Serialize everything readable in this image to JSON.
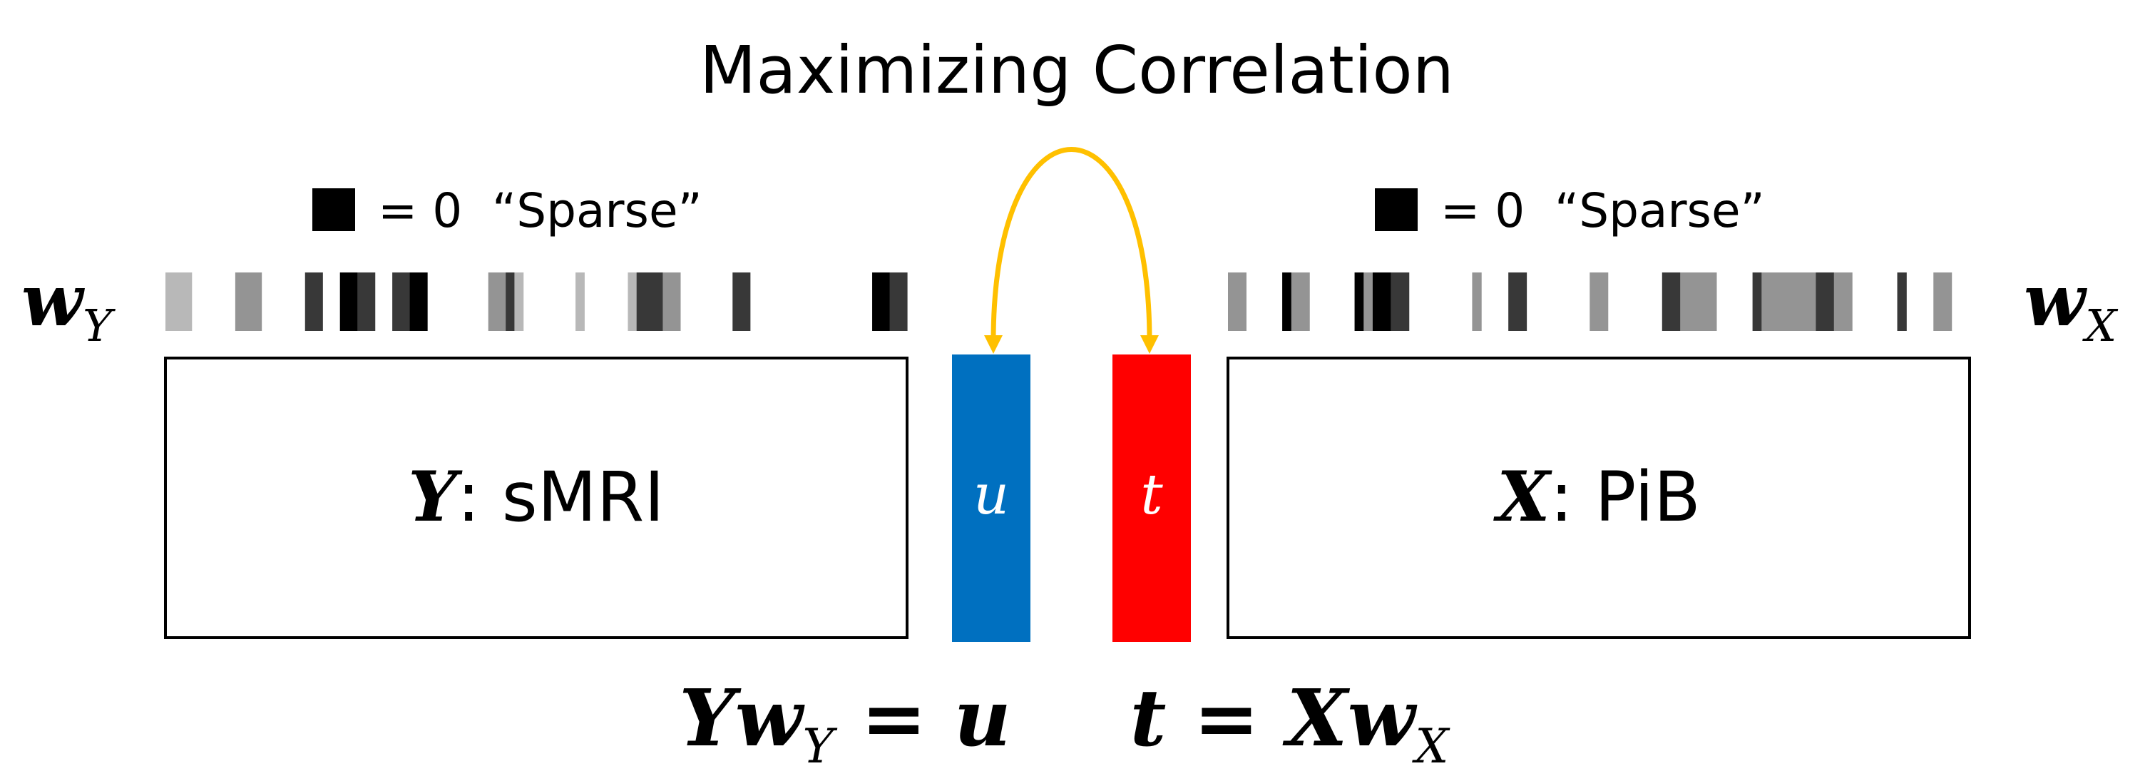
{
  "title": "Maximizing Correlation",
  "left": {
    "legend": {
      "equals": "= 0",
      "note": "“Sparse”"
    },
    "weight_label": {
      "base": "w",
      "sub": "Y"
    },
    "matrix": {
      "var": "Y",
      "text": ": sMRI"
    },
    "weight_levels": [
      0.72,
      0.72,
      0.72,
      1,
      1,
      1,
      1,
      1,
      0.58,
      0.58,
      0.58,
      1,
      1,
      1,
      1,
      1,
      0.22,
      0.22,
      1,
      1,
      0,
      0,
      0.22,
      0.22,
      1,
      1,
      0.22,
      0.22,
      0,
      0,
      1,
      1,
      1,
      1,
      1,
      1,
      1,
      0.58,
      0.58,
      0.22,
      0.72,
      1,
      1,
      1,
      1,
      1,
      1,
      0.72,
      1,
      1,
      1,
      1,
      1,
      0.72,
      0.22,
      0.22,
      0.22,
      0.58,
      0.58,
      1,
      1,
      1,
      1,
      1,
      1,
      0.22,
      0.22,
      1,
      1,
      1,
      1,
      1,
      1,
      1,
      1,
      1,
      1,
      1,
      1,
      1,
      1,
      0,
      0,
      0.22,
      0.22
    ],
    "color": "#000000"
  },
  "u_bar": {
    "label": "u",
    "color": "#0070C0"
  },
  "t_bar": {
    "label": "t",
    "color": "#FF0000"
  },
  "arc_color": "#FFC000",
  "right": {
    "legend": {
      "equals": "= 0",
      "note": "“Sparse”"
    },
    "weight_label": {
      "base": "w",
      "sub": "X"
    },
    "matrix": {
      "var": "X",
      "text": ": PiB"
    },
    "weight_levels": [
      0.58,
      0.58,
      1,
      1,
      1,
      1,
      0,
      0.58,
      0.58,
      1,
      1,
      1,
      1,
      1,
      0,
      0.58,
      0,
      0,
      0.22,
      0.22,
      1,
      1,
      1,
      1,
      1,
      1,
      1,
      0.58,
      1,
      1,
      1,
      0.22,
      0.22,
      1,
      1,
      1,
      1,
      1,
      1,
      1,
      0.58,
      0.58,
      1,
      1,
      1,
      1,
      1,
      1,
      0.22,
      0.22,
      0.58,
      0.58,
      0.58,
      0.58,
      1,
      1,
      1,
      1,
      0.22,
      0.58,
      0.58,
      0.58,
      0.58,
      0.58,
      0.58,
      0.22,
      0.22,
      0.58,
      0.58,
      1,
      1,
      1,
      1,
      1,
      0.22,
      1,
      1,
      1,
      0.58,
      0.58,
      1,
      1
    ],
    "color": "#000000"
  },
  "equations": {
    "left": {
      "a": "Y",
      "b": "w",
      "sub": "Y",
      "eq": " = ",
      "c": "u"
    },
    "right": {
      "a": "t",
      "eq": " = ",
      "b": "X",
      "c": "w",
      "sub": "X"
    }
  }
}
